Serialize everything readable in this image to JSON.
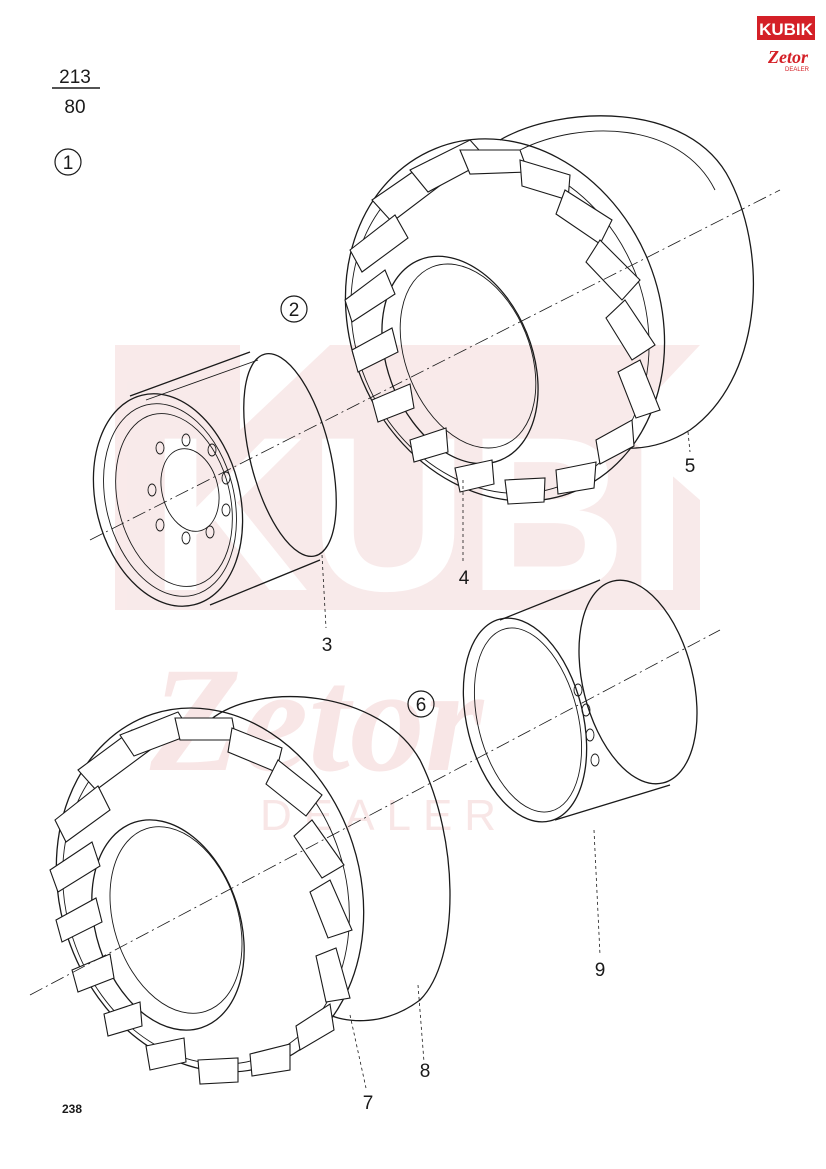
{
  "header": {
    "fraction_top": "213",
    "fraction_bottom": "80"
  },
  "logo": {
    "brand": "KUBIK",
    "sub": "Zetor",
    "tag": "DEALER"
  },
  "watermark": {
    "brand": "KUBIK",
    "sub": "Zetor",
    "tag": "DEALER"
  },
  "group_markers": [
    "1",
    "2",
    "6"
  ],
  "callouts": [
    "3",
    "4",
    "5",
    "7",
    "8",
    "9"
  ],
  "footer": {
    "page_number": "238"
  }
}
